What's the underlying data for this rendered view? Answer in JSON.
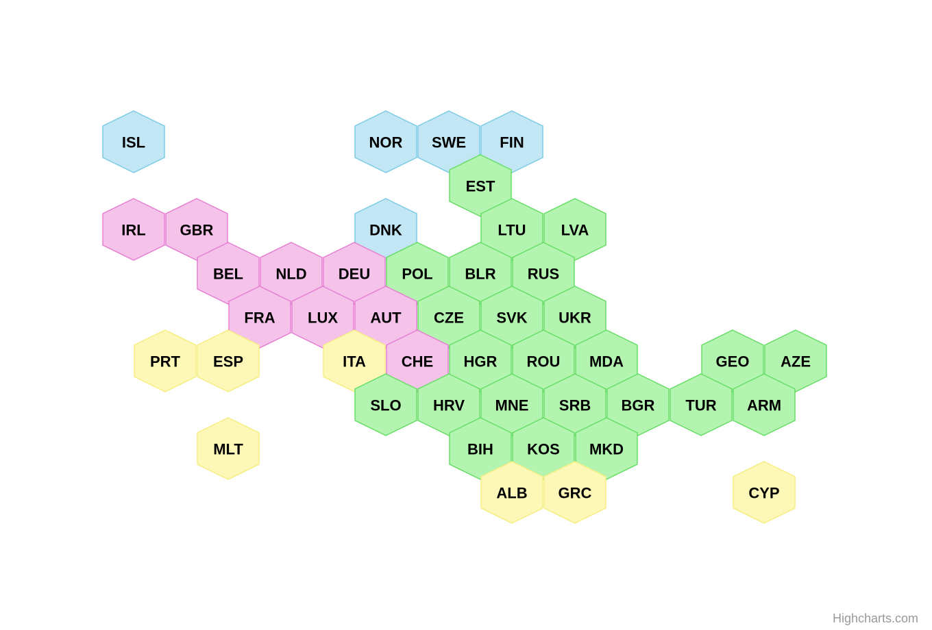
{
  "colors": {
    "nordic": {
      "fill": "#c3e6f4",
      "stroke": "#7ccbe6"
    },
    "western": {
      "fill": "#f5c2ea",
      "stroke": "#e57fd2"
    },
    "southern": {
      "fill": "#fdf8b7",
      "stroke": "#f7ee82"
    },
    "eastern": {
      "fill": "#b3f5b0",
      "stroke": "#66dd66"
    }
  },
  "countries": [
    {
      "code": "ISL",
      "group": "nordic",
      "col": 0,
      "row": 0
    },
    {
      "code": "NOR",
      "group": "nordic",
      "col": 4,
      "row": 0
    },
    {
      "code": "SWE",
      "group": "nordic",
      "col": 5,
      "row": 0
    },
    {
      "code": "FIN",
      "group": "nordic",
      "col": 6,
      "row": 0
    },
    {
      "code": "EST",
      "group": "eastern",
      "col": 6,
      "row": 1
    },
    {
      "code": "IRL",
      "group": "western",
      "col": 0,
      "row": 2
    },
    {
      "code": "GBR",
      "group": "western",
      "col": 1,
      "row": 2
    },
    {
      "code": "DNK",
      "group": "nordic",
      "col": 4,
      "row": 2
    },
    {
      "code": "LTU",
      "group": "eastern",
      "col": 6,
      "row": 2
    },
    {
      "code": "LVA",
      "group": "eastern",
      "col": 7,
      "row": 2
    },
    {
      "code": "BEL",
      "group": "western",
      "col": 2,
      "row": 3
    },
    {
      "code": "NLD",
      "group": "western",
      "col": 3,
      "row": 3
    },
    {
      "code": "DEU",
      "group": "western",
      "col": 4,
      "row": 3
    },
    {
      "code": "POL",
      "group": "eastern",
      "col": 5,
      "row": 3
    },
    {
      "code": "BLR",
      "group": "eastern",
      "col": 6,
      "row": 3
    },
    {
      "code": "RUS",
      "group": "eastern",
      "col": 7,
      "row": 3
    },
    {
      "code": "FRA",
      "group": "western",
      "col": 2,
      "row": 4
    },
    {
      "code": "LUX",
      "group": "western",
      "col": 3,
      "row": 4
    },
    {
      "code": "AUT",
      "group": "western",
      "col": 4,
      "row": 4
    },
    {
      "code": "CZE",
      "group": "eastern",
      "col": 5,
      "row": 4
    },
    {
      "code": "SVK",
      "group": "eastern",
      "col": 6,
      "row": 4
    },
    {
      "code": "UKR",
      "group": "eastern",
      "col": 7,
      "row": 4
    },
    {
      "code": "PRT",
      "group": "southern",
      "col": 1,
      "row": 5
    },
    {
      "code": "ESP",
      "group": "southern",
      "col": 2,
      "row": 5
    },
    {
      "code": "ITA",
      "group": "southern",
      "col": 4,
      "row": 5
    },
    {
      "code": "CHE",
      "group": "western",
      "col": 5,
      "row": 5
    },
    {
      "code": "HGR",
      "group": "eastern",
      "col": 6,
      "row": 5
    },
    {
      "code": "ROU",
      "group": "eastern",
      "col": 7,
      "row": 5
    },
    {
      "code": "MDA",
      "group": "eastern",
      "col": 8,
      "row": 5
    },
    {
      "code": "GEO",
      "group": "eastern",
      "col": 10,
      "row": 5
    },
    {
      "code": "AZE",
      "group": "eastern",
      "col": 11,
      "row": 5
    },
    {
      "code": "SLO",
      "group": "eastern",
      "col": 4,
      "row": 6
    },
    {
      "code": "HRV",
      "group": "eastern",
      "col": 5,
      "row": 6
    },
    {
      "code": "MNE",
      "group": "eastern",
      "col": 6,
      "row": 6
    },
    {
      "code": "SRB",
      "group": "eastern",
      "col": 7,
      "row": 6
    },
    {
      "code": "BGR",
      "group": "eastern",
      "col": 8,
      "row": 6
    },
    {
      "code": "TUR",
      "group": "eastern",
      "col": 9,
      "row": 6
    },
    {
      "code": "ARM",
      "group": "eastern",
      "col": 10,
      "row": 6
    },
    {
      "code": "MLT",
      "group": "southern",
      "col": 2,
      "row": 7
    },
    {
      "code": "BIH",
      "group": "eastern",
      "col": 6,
      "row": 7
    },
    {
      "code": "KOS",
      "group": "eastern",
      "col": 7,
      "row": 7
    },
    {
      "code": "MKD",
      "group": "eastern",
      "col": 8,
      "row": 7
    },
    {
      "code": "ALB",
      "group": "southern",
      "col": 6,
      "row": 8
    },
    {
      "code": "GRC",
      "group": "southern",
      "col": 7,
      "row": 8
    },
    {
      "code": "CYP",
      "group": "southern",
      "col": 10,
      "row": 8
    }
  ],
  "credits": "Highcharts.com"
}
